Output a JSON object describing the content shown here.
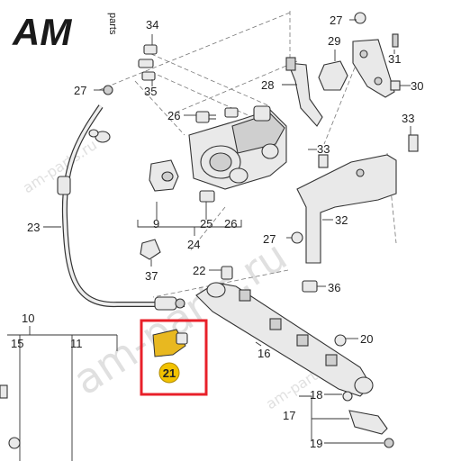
{
  "logo": {
    "text": "AM",
    "suffix": "parts"
  },
  "watermark": {
    "primary": "am-parts.ru",
    "secondary": "am-parts.ru"
  },
  "highlight": {
    "part_number": "21",
    "color": "#e8202a",
    "badge_color": "#f2c200"
  },
  "callouts": [
    {
      "id": "34",
      "label": "34"
    },
    {
      "id": "35",
      "label": "35"
    },
    {
      "id": "27a",
      "label": "27"
    },
    {
      "id": "27b",
      "label": "27"
    },
    {
      "id": "27c",
      "label": "27"
    },
    {
      "id": "29",
      "label": "29"
    },
    {
      "id": "31",
      "label": "31"
    },
    {
      "id": "30",
      "label": "30"
    },
    {
      "id": "28",
      "label": "28"
    },
    {
      "id": "26a",
      "label": "26"
    },
    {
      "id": "33a",
      "label": "33"
    },
    {
      "id": "33b",
      "label": "33"
    },
    {
      "id": "23",
      "label": "23"
    },
    {
      "id": "9",
      "label": "9"
    },
    {
      "id": "25",
      "label": "25"
    },
    {
      "id": "26b",
      "label": "26"
    },
    {
      "id": "24",
      "label": "24"
    },
    {
      "id": "32",
      "label": "32"
    },
    {
      "id": "37",
      "label": "37"
    },
    {
      "id": "22",
      "label": "22"
    },
    {
      "id": "36",
      "label": "36"
    },
    {
      "id": "10",
      "label": "10"
    },
    {
      "id": "15",
      "label": "15"
    },
    {
      "id": "11",
      "label": "11"
    },
    {
      "id": "16",
      "label": "16"
    },
    {
      "id": "20",
      "label": "20"
    },
    {
      "id": "18",
      "label": "18"
    },
    {
      "id": "17",
      "label": "17"
    },
    {
      "id": "19",
      "label": "19"
    }
  ]
}
